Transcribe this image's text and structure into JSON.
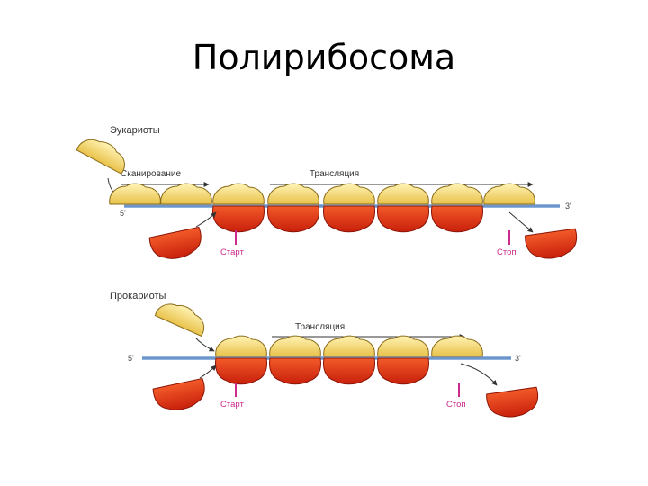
{
  "slide": {
    "title": "Полирибосома"
  },
  "diagram": {
    "eukaryotes": {
      "heading": "Эукариоты",
      "scan_label": "Сканирование",
      "translation_label": "Трансляция",
      "start_label": "Старт",
      "stop_label": "Стоп",
      "five_prime": "5'",
      "three_prime": "3'"
    },
    "prokaryotes": {
      "heading": "Прокариоты",
      "translation_label": "Трансляция",
      "start_label": "Старт",
      "stop_label": "Стоп",
      "five_prime": "5'",
      "three_prime": "3'"
    },
    "colors": {
      "mrna": "#8fb3e0",
      "small_subunit": "#f5dc7a",
      "large_subunit": "#e8391a",
      "marker": "#cc2a8c"
    }
  }
}
